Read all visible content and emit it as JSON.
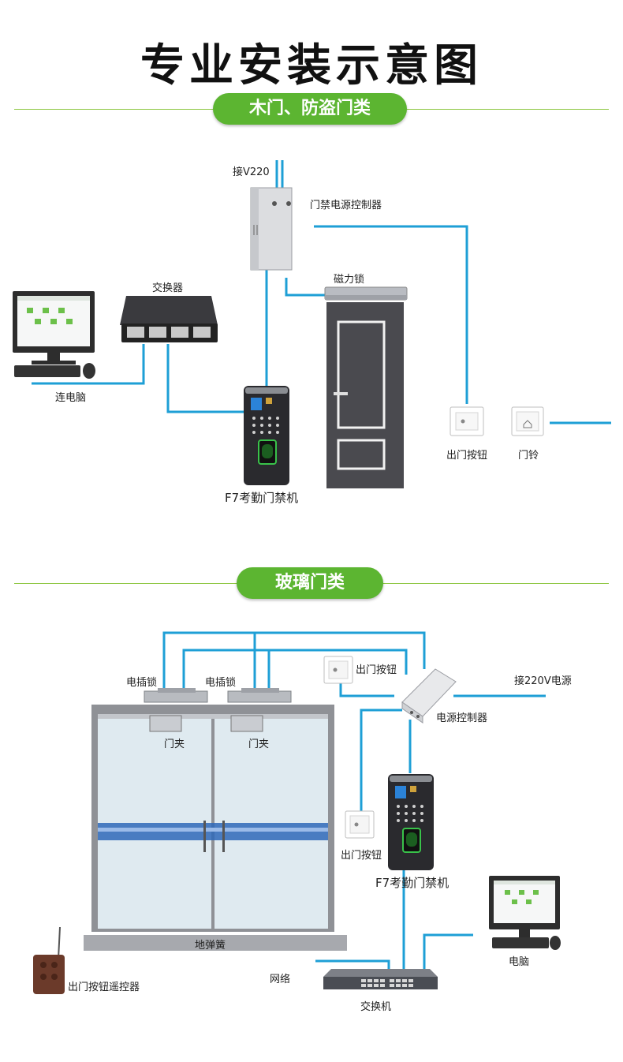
{
  "title": "专业安装示意图",
  "section1": {
    "heading": "木门、防盗门类",
    "labels": {
      "v220": "接V220",
      "power_controller": "门禁电源控制器",
      "switch": "交换器",
      "mag_lock": "磁力锁",
      "pc": "连电脑",
      "exit_button": "出门按钮",
      "doorbell": "门铃",
      "device": "F7考勤门禁机"
    }
  },
  "section2": {
    "heading": "玻璃门类",
    "labels": {
      "bolt_lock_1": "电插锁",
      "bolt_lock_2": "电插锁",
      "exit_button_top": "出门按钮",
      "power_220": "接220V电源",
      "clamp_1": "门夹",
      "clamp_2": "门夹",
      "power_controller": "电源控制器",
      "exit_button_mid": "出门按钮",
      "device": "F7考勤门禁机",
      "floor_spring": "地弹簧",
      "remote": "出门按钮遥控器",
      "network": "网络",
      "switch": "交换机",
      "pc": "电脑"
    }
  },
  "colors": {
    "accent_green": "#5cb531",
    "wire_blue": "#1e9fd6",
    "door_dark": "#4a4a4f"
  },
  "icons": [
    "monitor-icon",
    "switch-icon",
    "power-controller-icon",
    "magnetic-lock-icon",
    "door-icon",
    "exit-button-icon",
    "doorbell-icon",
    "access-terminal-icon",
    "bolt-lock-icon",
    "glass-door-icon",
    "remote-control-icon",
    "network-switch-icon"
  ]
}
